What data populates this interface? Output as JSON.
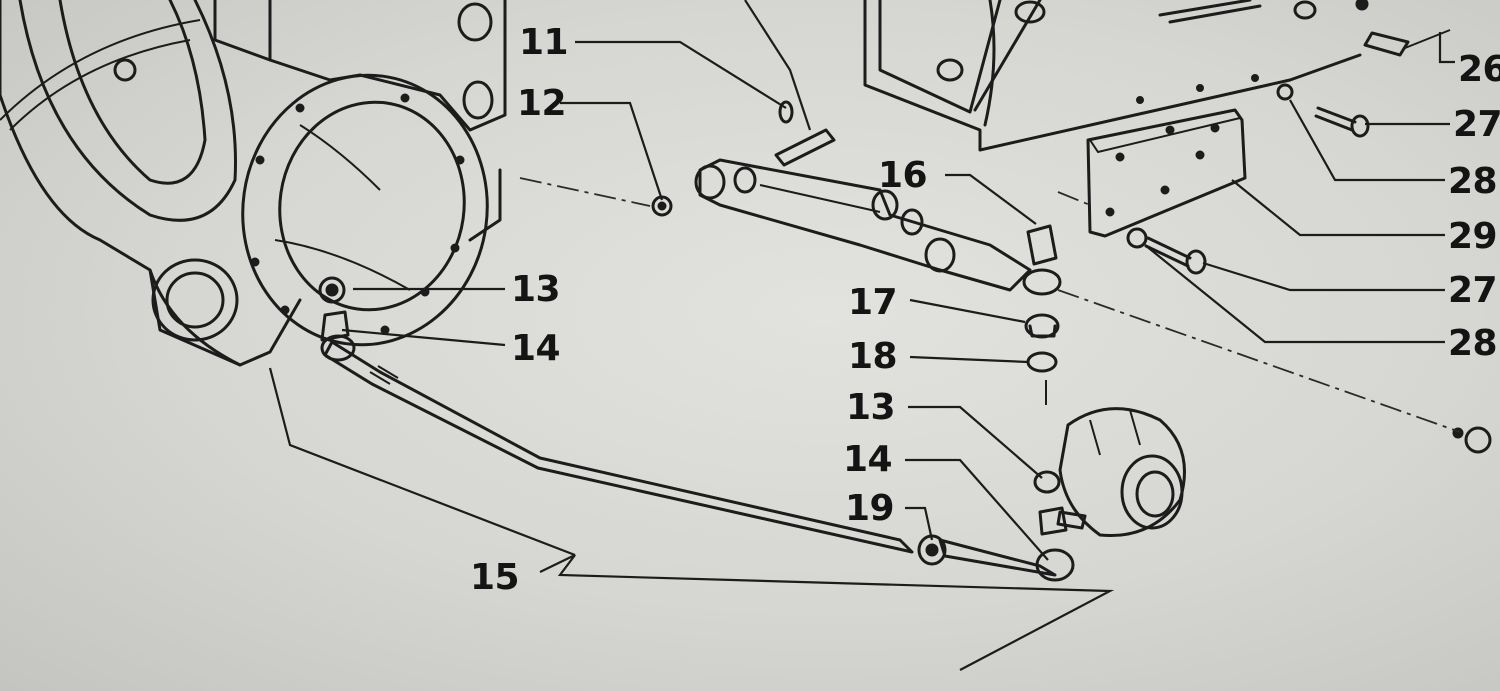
{
  "diagram": {
    "callouts": [
      {
        "id": "c11",
        "text": "11"
      },
      {
        "id": "c12",
        "text": "12"
      },
      {
        "id": "c13a",
        "text": "13"
      },
      {
        "id": "c14a",
        "text": "14"
      },
      {
        "id": "c15",
        "text": "15"
      },
      {
        "id": "c16",
        "text": "16"
      },
      {
        "id": "c17",
        "text": "17"
      },
      {
        "id": "c18",
        "text": "18"
      },
      {
        "id": "c13b",
        "text": "13"
      },
      {
        "id": "c14b",
        "text": "14"
      },
      {
        "id": "c19",
        "text": "19"
      },
      {
        "id": "c26",
        "text": "26"
      },
      {
        "id": "c27a",
        "text": "27"
      },
      {
        "id": "c28a",
        "text": "28"
      },
      {
        "id": "c29",
        "text": "29"
      },
      {
        "id": "c27b",
        "text": "27"
      },
      {
        "id": "c28b",
        "text": "28"
      }
    ]
  }
}
